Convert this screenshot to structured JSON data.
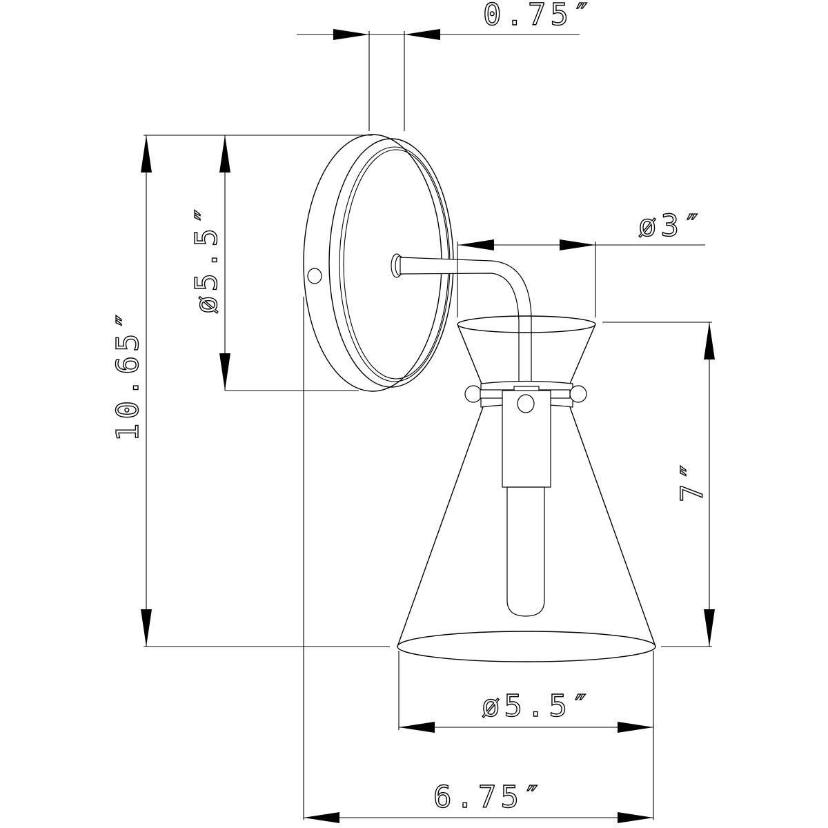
{
  "drawing": {
    "title": "Wall sconce dimension drawing",
    "line_color": "#000000",
    "background": "#ffffff"
  },
  "dimensions": {
    "backplate_depth": "0.75″",
    "backplate_diameter": "ø5.5″",
    "overall_height": "10.65″",
    "shade_top_diameter": "ø3″",
    "shade_height": "7″",
    "shade_bottom_diameter": "ø5.5″",
    "overall_extension": "6.75″"
  }
}
